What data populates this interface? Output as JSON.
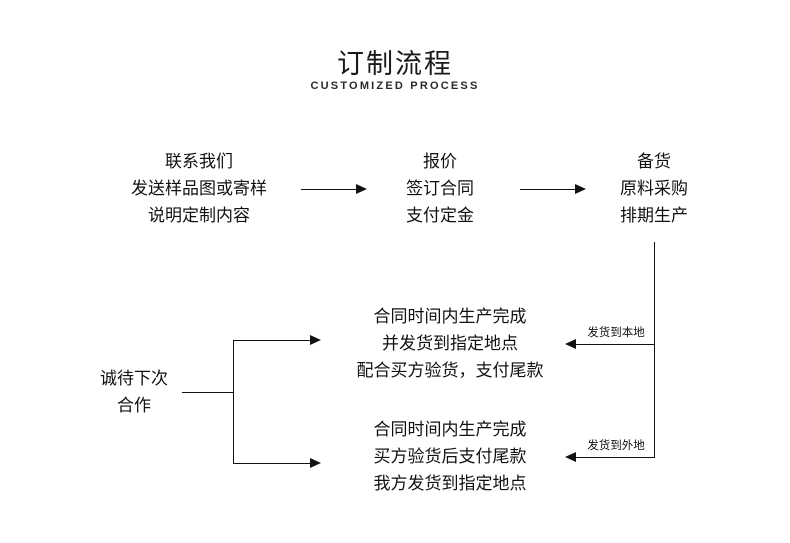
{
  "header": {
    "title_zh": "订制流程",
    "title_en": "CUSTOMIZED PROCESS"
  },
  "flow": {
    "nodes": [
      {
        "id": "contact",
        "lines": [
          "联系我们",
          "发送样品图或寄样",
          "说明定制内容"
        ]
      },
      {
        "id": "quote",
        "lines": [
          "报价",
          "签订合同",
          "支付定金"
        ]
      },
      {
        "id": "stock",
        "lines": [
          "备货",
          "原料采购",
          "排期生产"
        ]
      },
      {
        "id": "local-delivery",
        "lines": [
          "合同时间内生产完成",
          "并发货到指定地点",
          "配合买方验货，支付尾款"
        ]
      },
      {
        "id": "remote-delivery",
        "lines": [
          "合同时间内生产完成",
          "买方验货后支付尾款",
          "我方发货到指定地点"
        ]
      },
      {
        "id": "cooperation",
        "lines": [
          "诚待下次",
          "合作"
        ]
      }
    ],
    "edge_labels": [
      {
        "id": "ship-local",
        "text": "发货到本地"
      },
      {
        "id": "ship-remote",
        "text": "发货到外地"
      }
    ]
  },
  "colors": {
    "line": "#111111",
    "text": "#1a1a1a",
    "background": "#ffffff"
  }
}
